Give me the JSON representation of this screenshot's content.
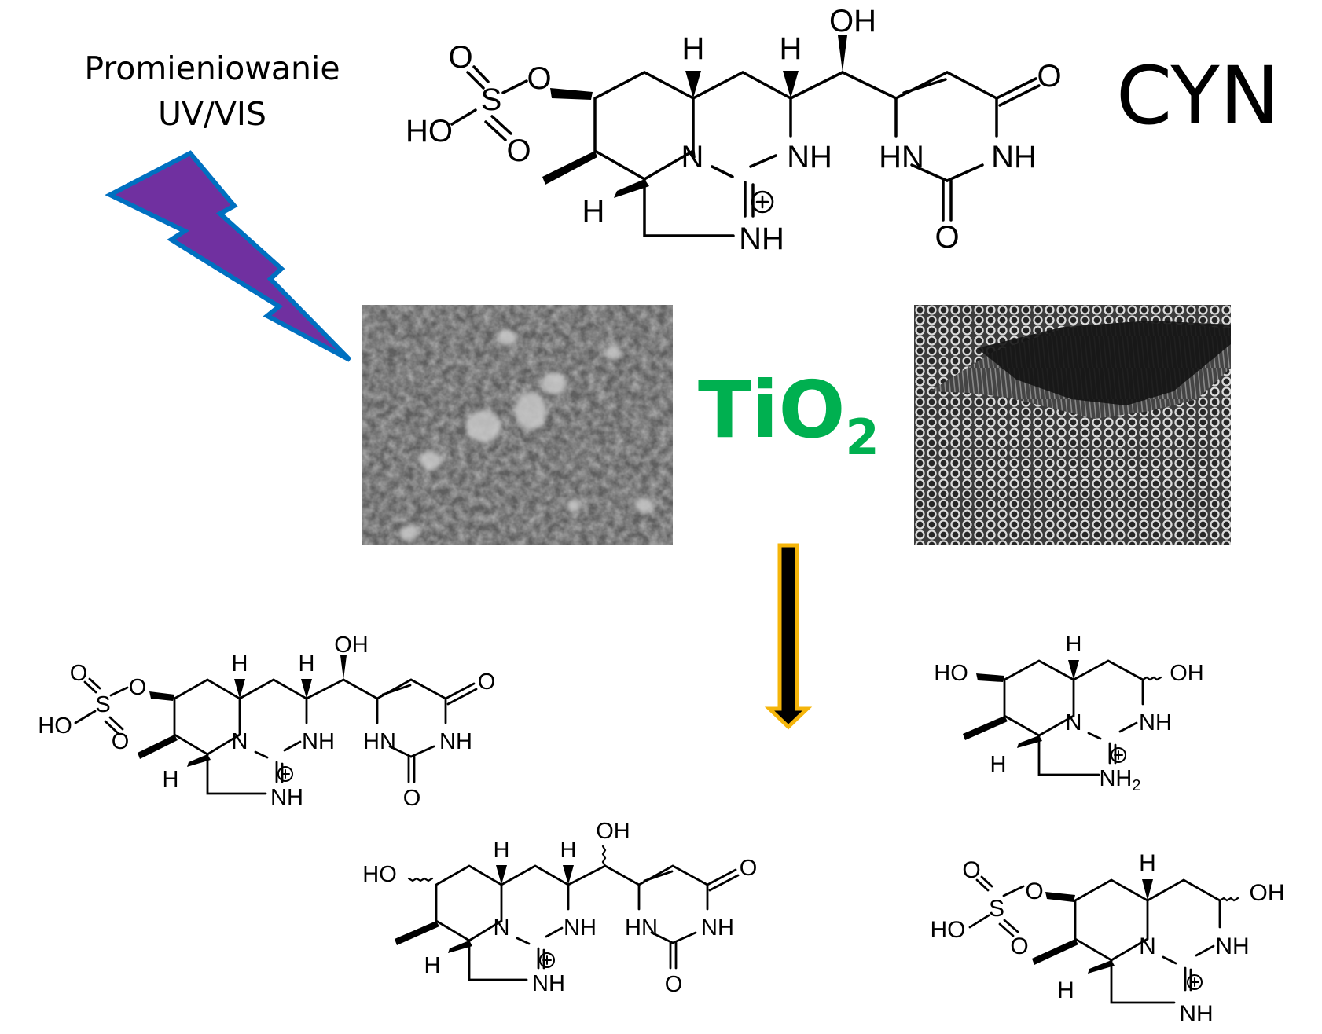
{
  "labels": {
    "radiation_line1": "Promieniowanie",
    "radiation_line2": "UV/VIS",
    "compound": "CYN",
    "catalyst_main": "TiO",
    "catalyst_sub": "2"
  },
  "atoms": {
    "OH": "OH",
    "HO": "HO",
    "H": "H",
    "O": "O",
    "S": "S",
    "N": "N",
    "NH": "NH",
    "HN": "HN",
    "NH2": "NH",
    "sub2": "2",
    "plus": "+"
  },
  "colors": {
    "lightning_fill": "#7030a0",
    "lightning_stroke": "#0070c0",
    "tio2_text": "#00b050",
    "arrow_outline": "#f5b50a",
    "arrow_fill": "#000000"
  },
  "images": {
    "left": "sem-nanoparticles-image",
    "right": "sem-nanotubes-image"
  }
}
